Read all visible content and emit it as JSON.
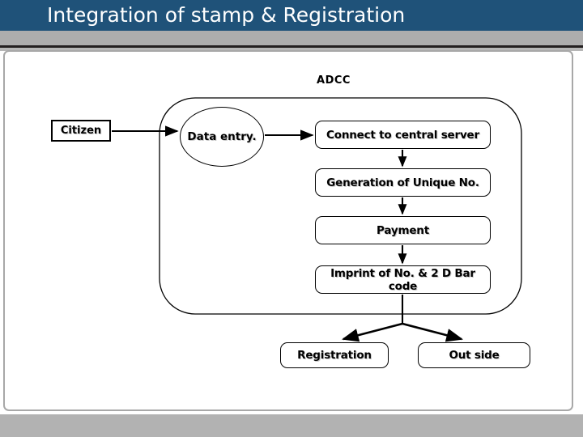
{
  "slide": {
    "title": "Integration of stamp & Registration",
    "title_bar_color": "#1f5279",
    "title_text_color": "#ffffff",
    "band_color": "#adadad",
    "footer_color": "#b2b2b2",
    "frame_border_color": "#a8a8a8",
    "background": "#ffffff"
  },
  "diagram": {
    "type": "flowchart",
    "group_label": "ADCC",
    "nodes": [
      {
        "id": "citizen",
        "label": "Citizen",
        "shape": "rectangle"
      },
      {
        "id": "dataentry",
        "label": "Data entry.",
        "shape": "ellipse"
      },
      {
        "id": "connect",
        "label": "Connect to central server",
        "shape": "rounded-rectangle"
      },
      {
        "id": "generate",
        "label": "Generation of Unique No.",
        "shape": "rounded-rectangle"
      },
      {
        "id": "payment",
        "label": "Payment",
        "shape": "rounded-rectangle"
      },
      {
        "id": "imprint",
        "label": "Imprint of No. & 2 D Bar code",
        "shape": "rounded-rectangle"
      },
      {
        "id": "registration",
        "label": "Registration",
        "shape": "rounded-rectangle"
      },
      {
        "id": "outside",
        "label": "Out side",
        "shape": "rounded-rectangle"
      }
    ],
    "edges": [
      {
        "from": "citizen",
        "to": "dataentry"
      },
      {
        "from": "dataentry",
        "to": "connect"
      },
      {
        "from": "connect",
        "to": "generate"
      },
      {
        "from": "generate",
        "to": "payment"
      },
      {
        "from": "payment",
        "to": "imprint"
      },
      {
        "from": "imprint",
        "to": "registration"
      },
      {
        "from": "imprint",
        "to": "outside"
      }
    ],
    "line_color": "#000000"
  }
}
